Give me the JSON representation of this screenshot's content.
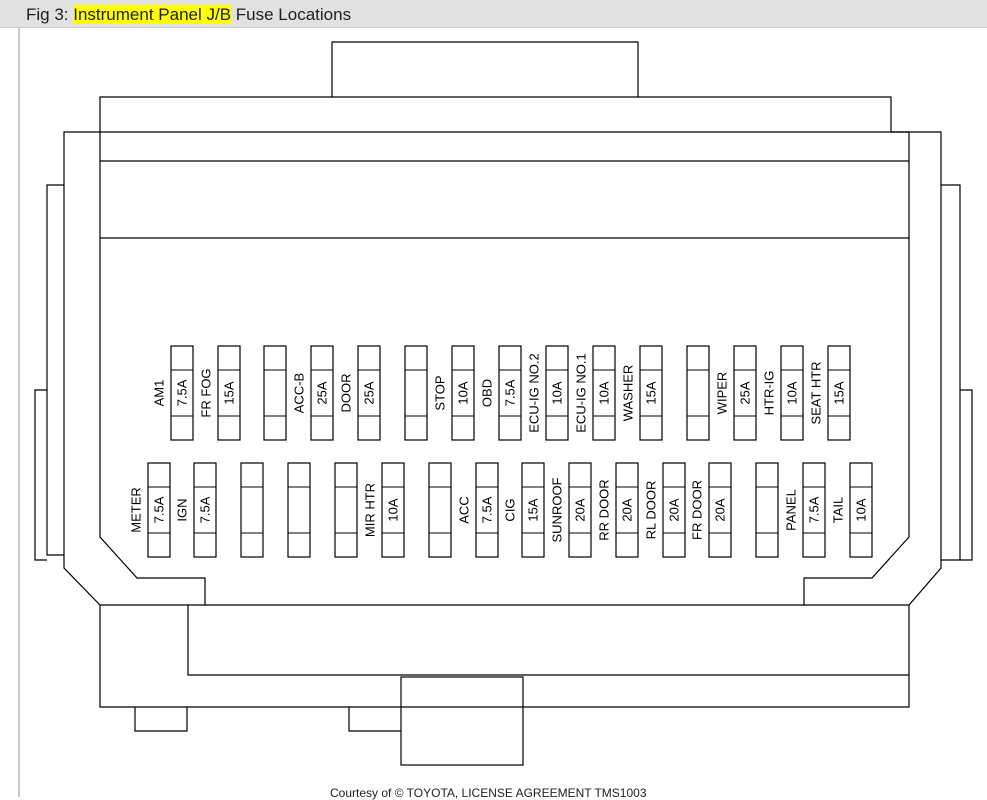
{
  "caption": {
    "prefix": "Fig 3: ",
    "highlight": "Instrument Panel J/B",
    "suffix": " Fuse Locations"
  },
  "colors": {
    "caption_bg": "#e1e1e1",
    "highlight": "#ffff00",
    "line": "#000000"
  },
  "fuse_rows": [
    {
      "row": "top",
      "slots": [
        {
          "name": "AM1",
          "rating": "7.5A"
        },
        {
          "name": "FR FOG",
          "rating": "15A"
        },
        {
          "name": "",
          "rating": ""
        },
        {
          "name": "ACC-B",
          "rating": "25A"
        },
        {
          "name": "DOOR",
          "rating": "25A"
        },
        {
          "name": "",
          "rating": ""
        },
        {
          "name": "STOP",
          "rating": "10A"
        },
        {
          "name": "OBD",
          "rating": "7.5A"
        },
        {
          "name": "ECU-IG NO.2",
          "rating": "10A"
        },
        {
          "name": "ECU-IG NO.1",
          "rating": "10A"
        },
        {
          "name": "WASHER",
          "rating": "15A"
        },
        {
          "name": "",
          "rating": ""
        },
        {
          "name": "WIPER",
          "rating": "25A"
        },
        {
          "name": "HTR-IG",
          "rating": "10A"
        },
        {
          "name": "SEAT HTR",
          "rating": "15A"
        }
      ]
    },
    {
      "row": "bottom",
      "slots": [
        {
          "name": "METER",
          "rating": "7.5A"
        },
        {
          "name": "IGN",
          "rating": "7.5A"
        },
        {
          "name": "",
          "rating": ""
        },
        {
          "name": "",
          "rating": ""
        },
        {
          "name": "",
          "rating": ""
        },
        {
          "name": "MIR HTR",
          "rating": "10A"
        },
        {
          "name": "",
          "rating": ""
        },
        {
          "name": "ACC",
          "rating": "7.5A"
        },
        {
          "name": "CIG",
          "rating": "15A"
        },
        {
          "name": "SUNROOF",
          "rating": "20A"
        },
        {
          "name": "RR DOOR",
          "rating": "20A"
        },
        {
          "name": "RL DOOR",
          "rating": "20A"
        },
        {
          "name": "FR DOOR",
          "rating": "20A"
        },
        {
          "name": "",
          "rating": ""
        },
        {
          "name": "PANEL",
          "rating": "7.5A"
        },
        {
          "name": "TAIL",
          "rating": "10A"
        }
      ]
    }
  ],
  "courtesy": "Courtesy of © TOYOTA, LICENSE AGREEMENT TMS1003"
}
